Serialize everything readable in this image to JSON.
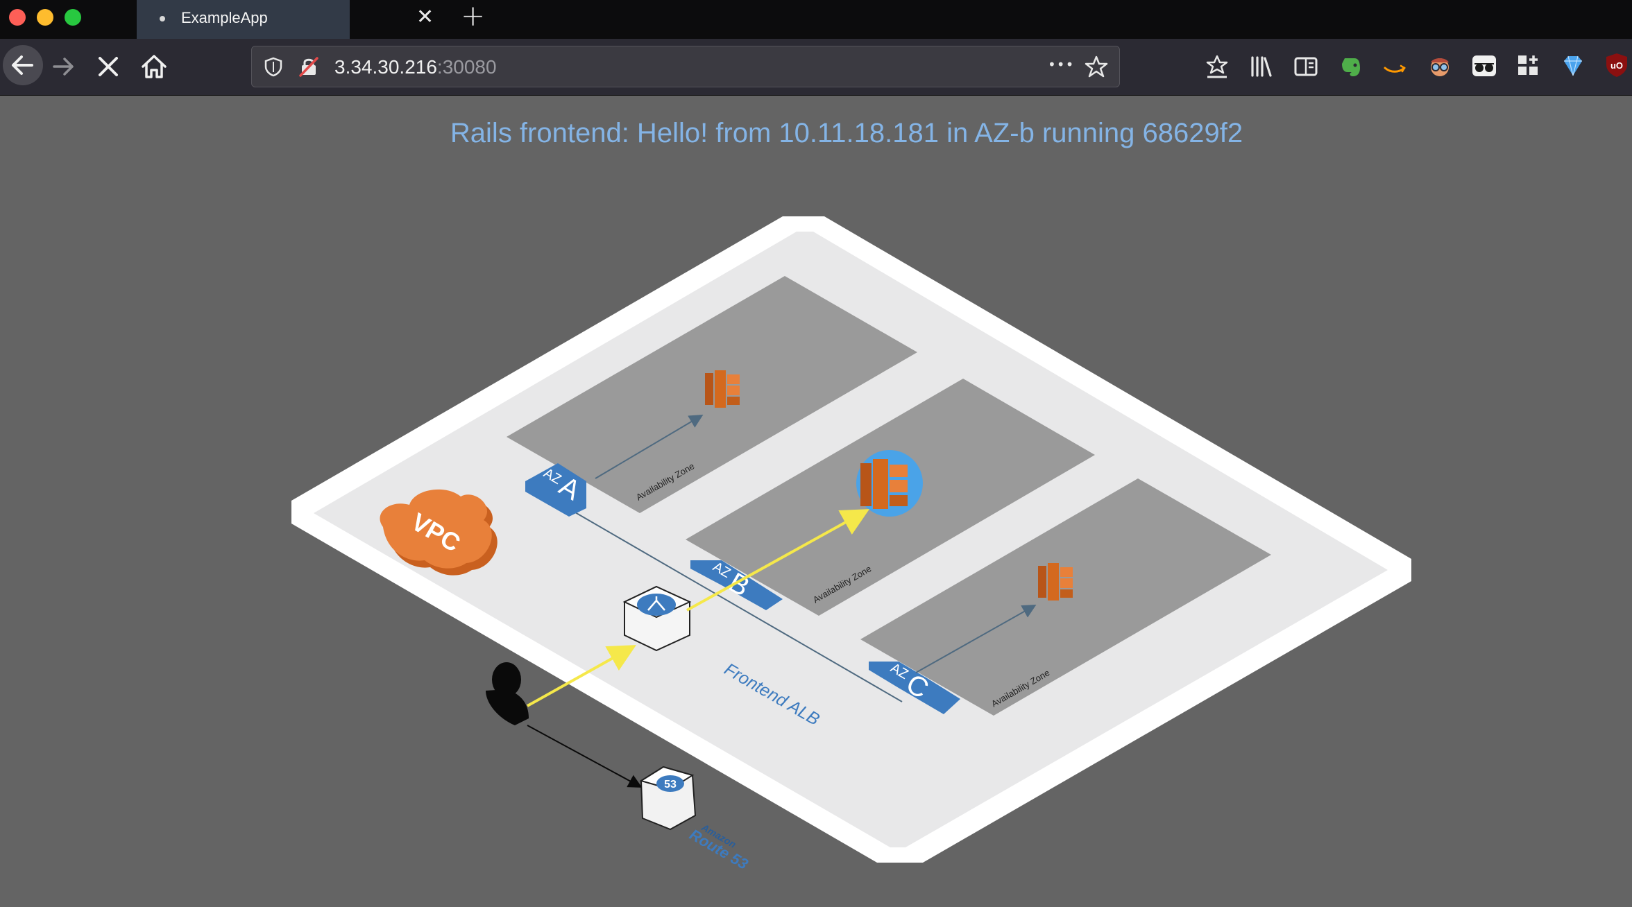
{
  "browser": {
    "tab_title": "ExampleApp",
    "url_host": "3.34.30.216",
    "url_port": ":30080",
    "new_tab_glyph": "+",
    "close_tab_glyph": "✕",
    "menu_glyph": "•••"
  },
  "page": {
    "heading": "Rails frontend: Hello! from 10.11.18.181 in AZ-b running 68629f2"
  },
  "diagram": {
    "vpc_label": "VPC",
    "alb_label": "Frontend ALB",
    "route53_brand": "Amazon",
    "route53_name": "Route 53",
    "route53_badge": "53",
    "zones": [
      {
        "prefix": "AZ",
        "letter": "A",
        "caption": "Availability Zone"
      },
      {
        "prefix": "AZ",
        "letter": "B",
        "caption": "Availability Zone"
      },
      {
        "prefix": "AZ",
        "letter": "C",
        "caption": "Availability Zone"
      }
    ]
  },
  "colors": {
    "heading": "#84b4e6",
    "az_tag": "#3d7bbf",
    "vpc_cloud": "#e8803a",
    "ecs_orange": "#d4691e",
    "active_ring": "#4aa3e8",
    "traffic_arrow": "#f5e84a"
  },
  "icons": [
    "back-arrow-icon",
    "forward-arrow-icon",
    "stop-icon",
    "home-icon",
    "shield-icon",
    "insecure-lock-icon",
    "bookmark-star-icon",
    "reading-list-icon",
    "library-icon",
    "sidebar-icon",
    "evernote-icon",
    "amazon-icon",
    "mask-icon",
    "glasses-icon",
    "extensions-icon",
    "gem-icon",
    "ublock-icon"
  ]
}
